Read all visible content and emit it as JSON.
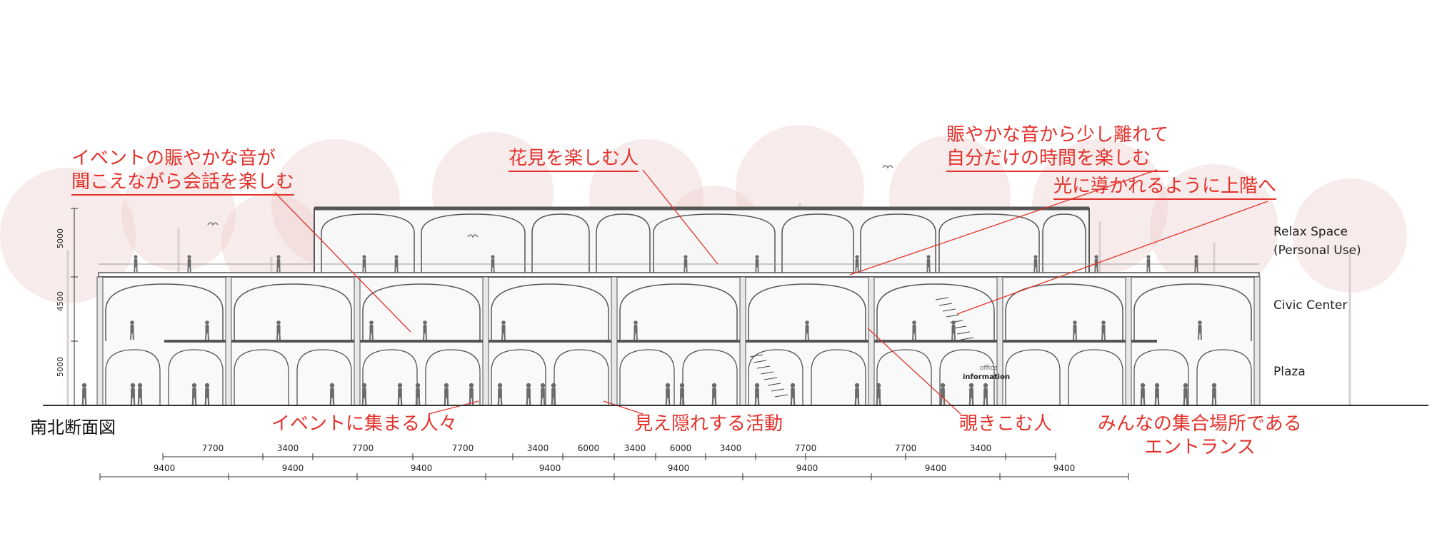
{
  "drawing": {
    "title": "南北断面図",
    "levels": [
      "Relax Space",
      "(Personal Use)",
      "Civic Center",
      "Plaza"
    ],
    "vertical_dimensions": [
      "5000",
      "4500",
      "5000"
    ],
    "interior_labels": {
      "office": "office",
      "information": "information"
    }
  },
  "annotations": {
    "conversation": [
      "イベントの賑やかな音が",
      "聞こえながら会話を楽しむ"
    ],
    "hanami": "花見を楽しむ人",
    "quiet": [
      "賑やかな音から少し離れて",
      "自分だけの時間を楽しむ"
    ],
    "light": "光に導かれるように上階へ",
    "event": "イベントに集まる人々",
    "activity": "見え隠れする活動",
    "peek": "覗きこむ人",
    "entrance": [
      "みんなの集合場所である",
      "エントランス"
    ]
  },
  "dimensions": {
    "row1": [
      "7700",
      "3400",
      "7700",
      "7700",
      "3400",
      "6000",
      "3400",
      "6000",
      "3400",
      "7700",
      "7700",
      "3400"
    ],
    "row2": [
      "9400",
      "9400",
      "9400",
      "9400",
      "9400",
      "9400",
      "9400",
      "9400"
    ]
  },
  "colors": {
    "annotation": "#e3322c",
    "structure": "#555555",
    "people": "#6b6b6b",
    "trees": "#e9c9c6"
  }
}
